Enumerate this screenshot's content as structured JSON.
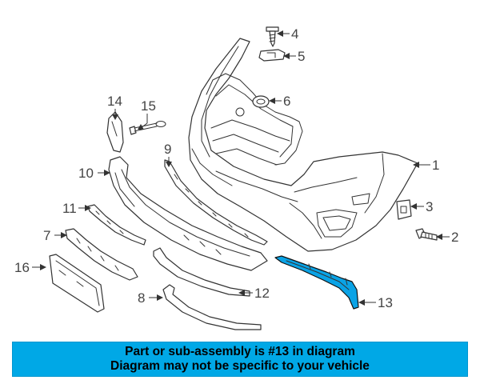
{
  "callouts": {
    "c1": "1",
    "c2": "2",
    "c3": "3",
    "c4": "4",
    "c5": "5",
    "c6": "6",
    "c7": "7",
    "c8": "8",
    "c9": "9",
    "c10": "10",
    "c11": "11",
    "c12": "12",
    "c13": "13",
    "c14": "14",
    "c15": "15",
    "c16": "16"
  },
  "highlight_color": "#0aa3e6",
  "banner": {
    "line1": "Part or sub-assembly is #13 in diagram",
    "line2": "Diagram may not be specific to your vehicle",
    "color": "#00a8e6"
  }
}
